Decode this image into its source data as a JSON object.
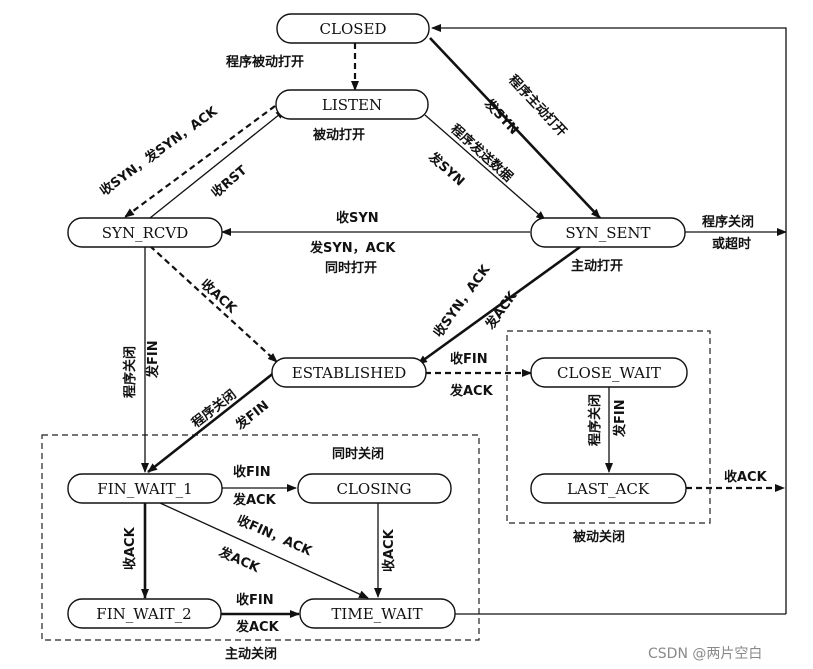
{
  "states": {
    "closed": "CLOSED",
    "listen": "LISTEN",
    "syn_rcvd": "SYN_RCVD",
    "syn_sent": "SYN_SENT",
    "established": "ESTABLISHED",
    "close_wait": "CLOSE_WAIT",
    "last_ack": "LAST_ACK",
    "fin_wait_1": "FIN_WAIT_1",
    "closing": "CLOSING",
    "fin_wait_2": "FIN_WAIT_2",
    "time_wait": "TIME_WAIT"
  },
  "labels": {
    "passive_open_prog": "程序被动打开",
    "passive_open": "被动打开",
    "recv_syn_send_synack": "收SYN，发SYN，ACK",
    "recv_rst": "收RST",
    "active_open_prog": "程序主动打开",
    "send_syn_a": "发SYN",
    "prog_send_data": "程序发送数据",
    "send_syn_b": "发SYN",
    "recv_syn": "收SYN",
    "send_syn_ack": "发SYN，ACK",
    "simul_open": "同时打开",
    "prog_close": "程序关闭",
    "or_timeout": "或超时",
    "active_open": "主动打开",
    "recv_ack": "收ACK",
    "recv_syn_ack": "收SYN，ACK",
    "send_ack": "发ACK",
    "prog_close_left": "程序关闭",
    "send_fin_left": "发FIN",
    "prog_close_est": "程序关闭",
    "send_fin_est": "发FIN",
    "recv_fin_est": "收FIN",
    "send_ack_est": "发ACK",
    "prog_close_cw": "程序关闭",
    "send_fin_cw": "发FIN",
    "recv_ack_lastack": "收ACK",
    "passive_close": "被动关闭",
    "simul_close": "同时关闭",
    "recv_fin_fw1": "收FIN",
    "send_ack_fw1": "发ACK",
    "recv_ack_fw1": "收ACK",
    "recv_fin_ack": "收FIN，ACK",
    "send_ack_diag": "发ACK",
    "recv_ack_closing": "收ACK",
    "recv_fin_fw2": "收FIN",
    "send_ack_fw2": "发ACK",
    "active_close": "主动关闭"
  },
  "watermark": "CSDN @两片空白"
}
